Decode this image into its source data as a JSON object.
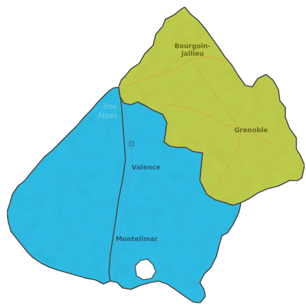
{
  "map": {
    "regions": [
      {
        "name": "north-east-region",
        "color": "#bfcd4c"
      },
      {
        "name": "south-west-region",
        "color": "#2ebde6"
      }
    ],
    "region_border_color": "#4a4a4a",
    "river_color": "#4aa3d8",
    "road_color": "#d9a14a",
    "cities": {
      "bourgoin_line1": "Bourgoin-",
      "bourgoin_line2": "Jallieu",
      "grenoble": "Grenoble",
      "valence": "Valence",
      "montelimar": "Montelimar"
    },
    "faded_labels": {
      "line1": "ône",
      "line2": "Alpes"
    },
    "road_shield": "⊡"
  }
}
